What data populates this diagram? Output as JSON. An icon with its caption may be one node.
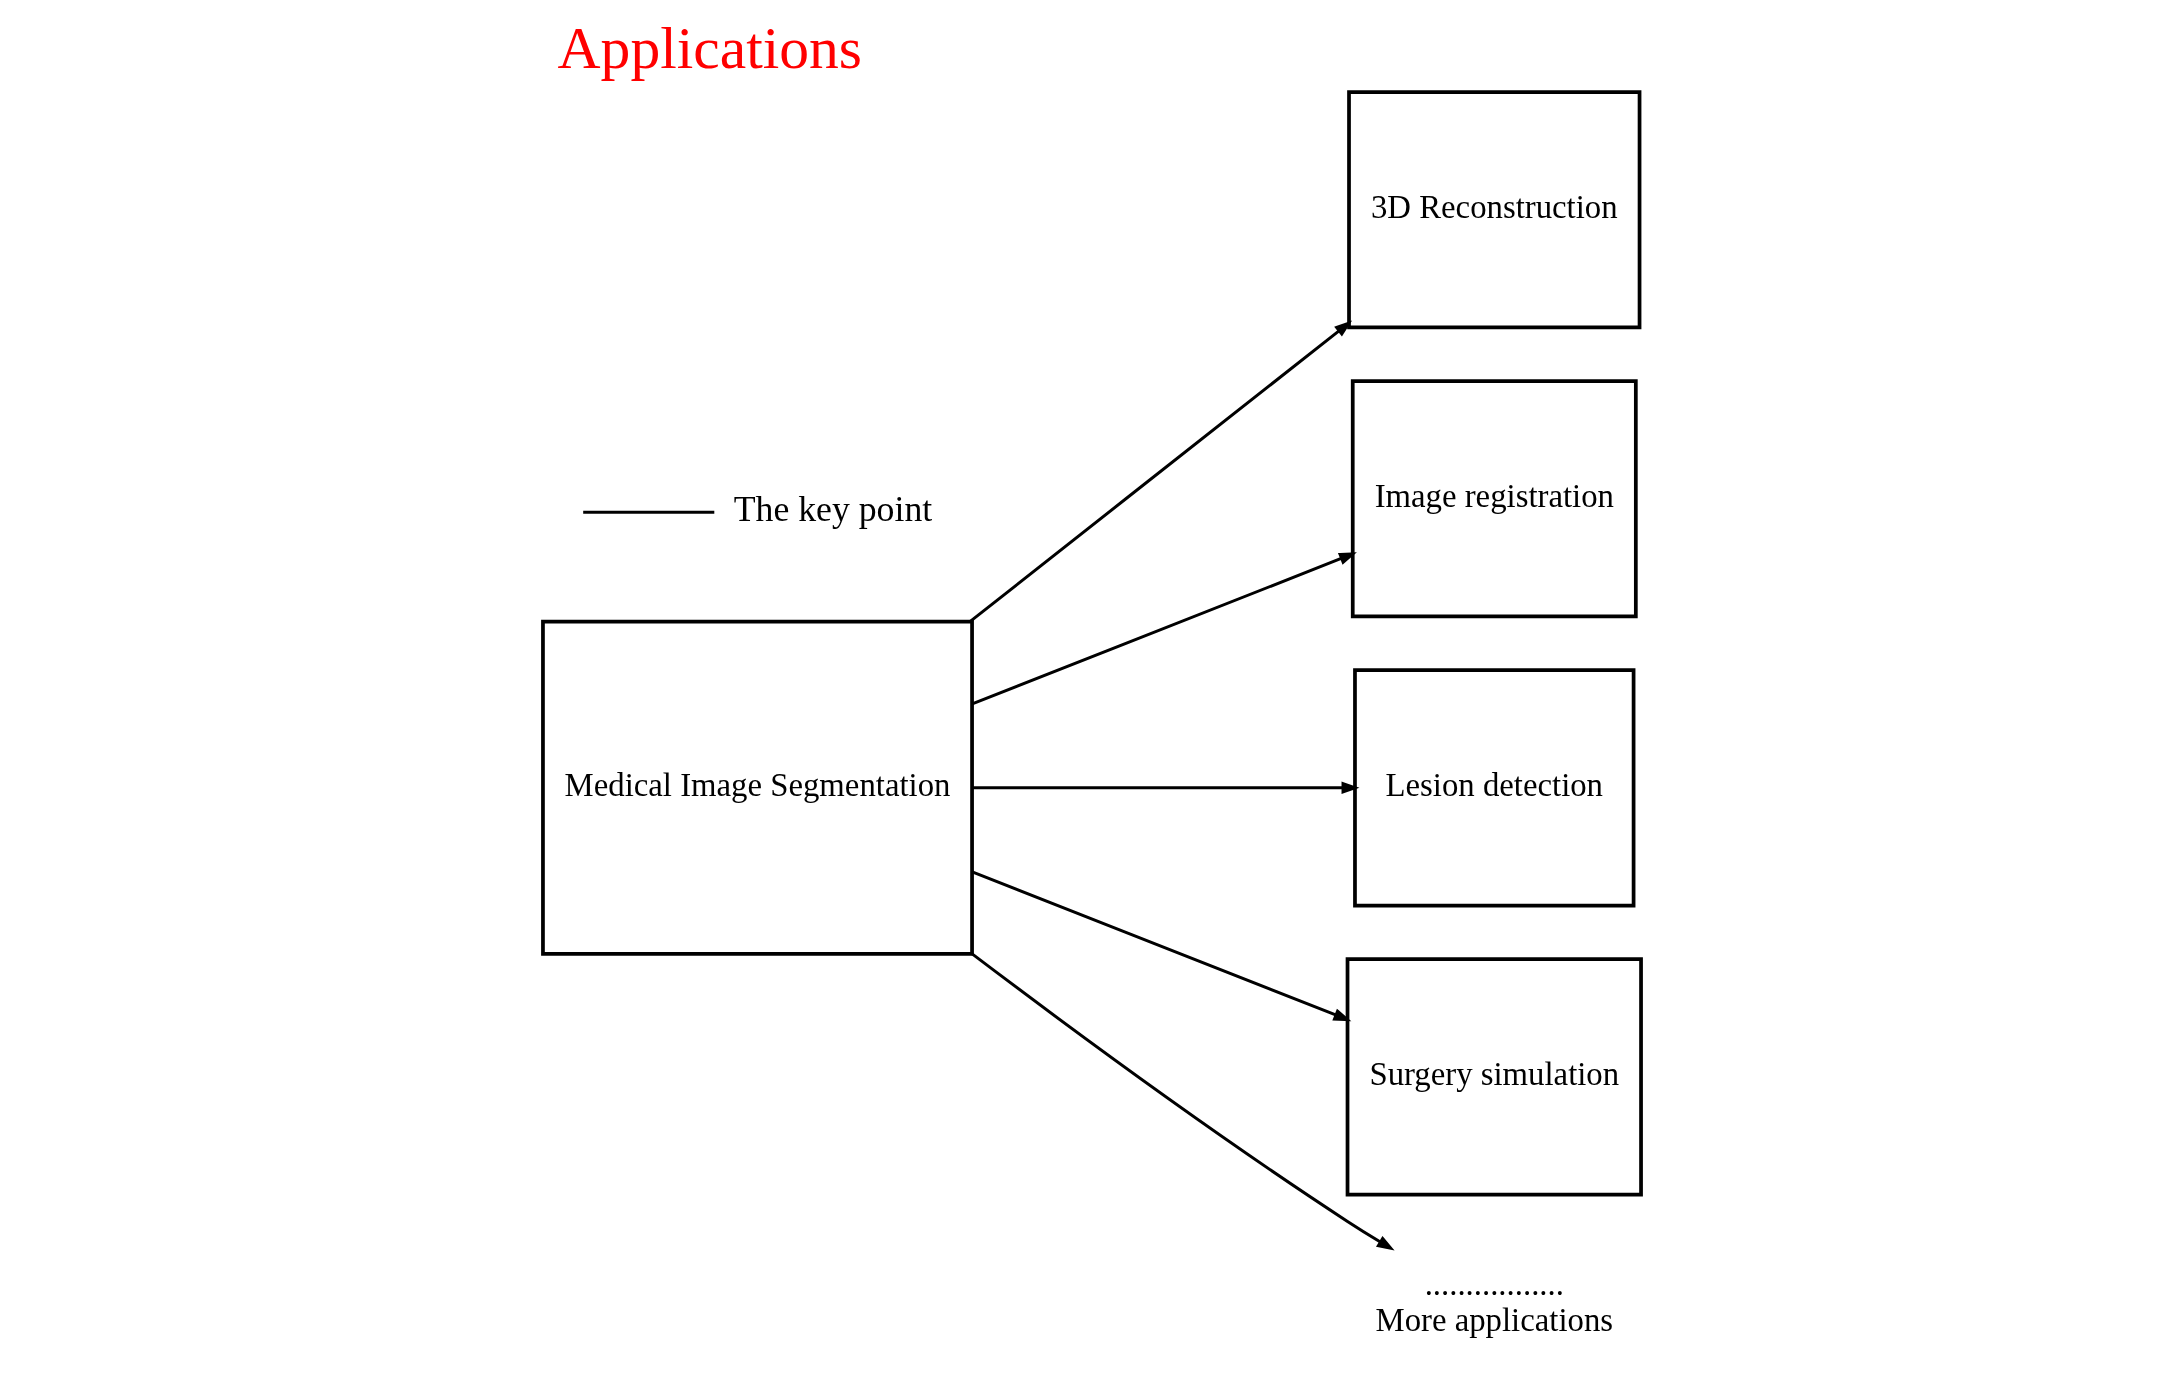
{
  "diagram": {
    "title": "Applications",
    "nodes": [
      {
        "text": [
          "Medical Image Segmentation"
        ]
      },
      {
        "text": [
          "3D Reconstruction"
        ]
      },
      {
        "text": [
          "Image registration"
        ]
      },
      {
        "text": [
          "Lesion detection"
        ]
      },
      {
        "text": [
          "Surgery simulation"
        ]
      },
      {
        "text": [
          ".................",
          "More applications"
        ]
      }
    ],
    "edges": [
      {
        "from": 0,
        "to": 1,
        "arrow": "to"
      },
      {
        "from": 0,
        "to": 2,
        "arrow": "to"
      },
      {
        "from": 0,
        "to": 3,
        "arrow": "to"
      },
      {
        "from": 0,
        "to": 5,
        "arrow": "to"
      },
      {
        "from": 0,
        "to": 4,
        "arrow": "to"
      }
    ],
    "legend": [
      {
        "text": "The key point"
      }
    ]
  }
}
